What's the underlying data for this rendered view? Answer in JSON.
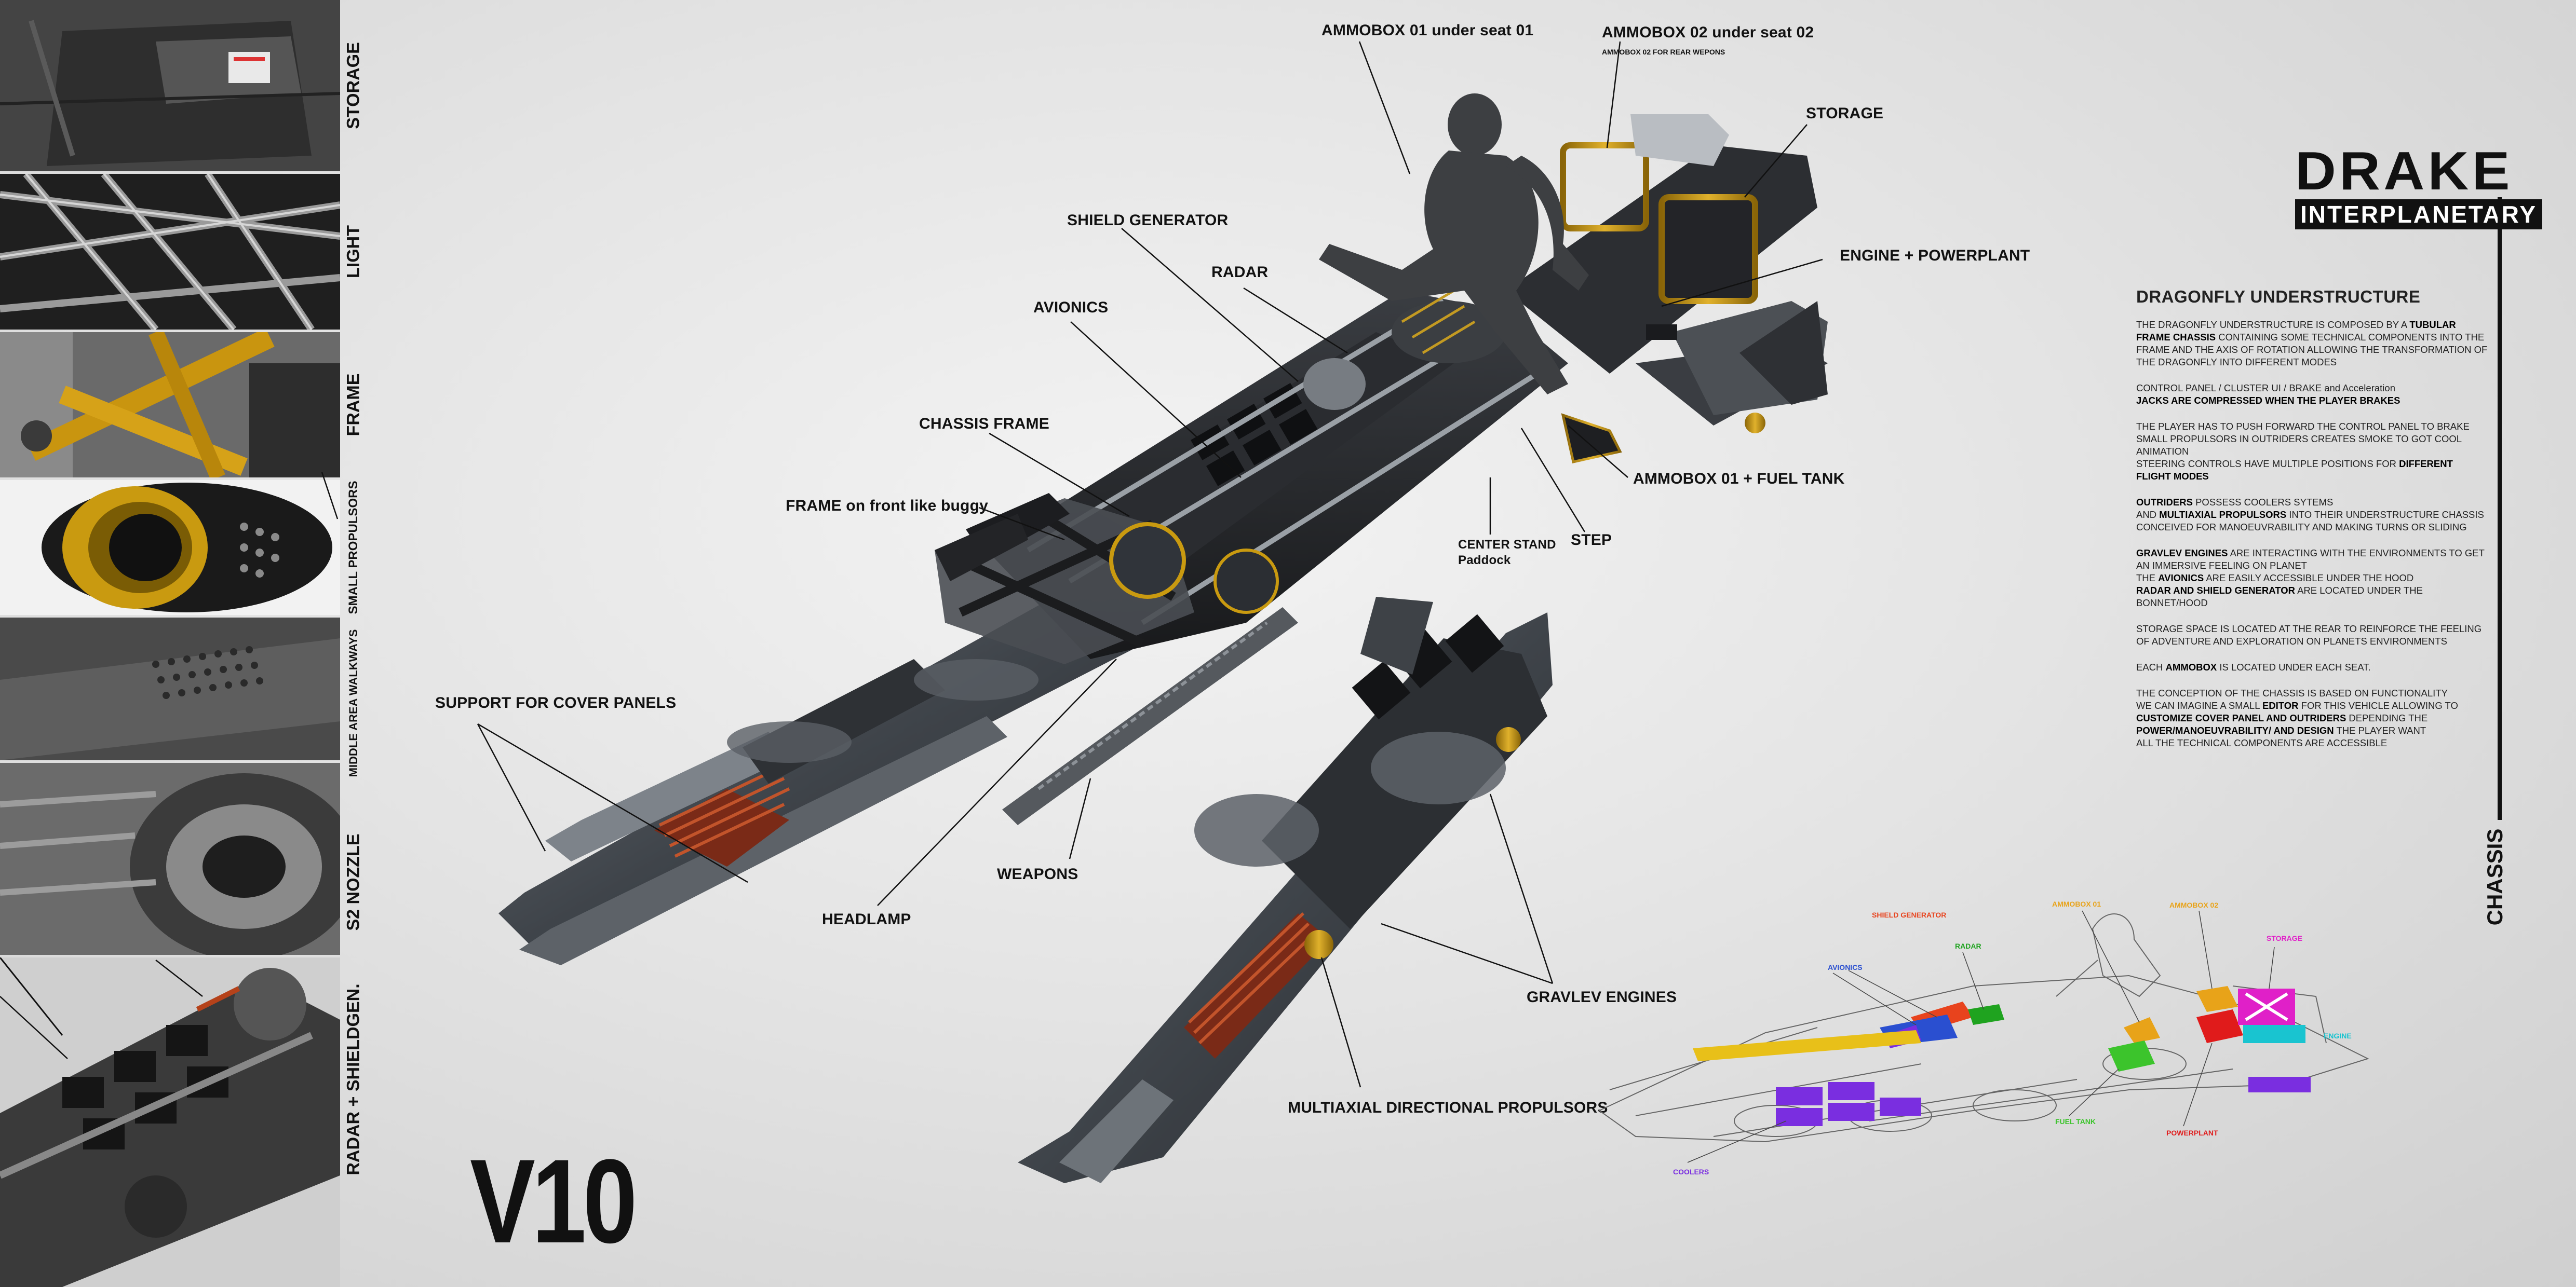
{
  "side_panels": [
    {
      "label": "STORAGE"
    },
    {
      "label": "LIGHT"
    },
    {
      "label": "FRAME"
    },
    {
      "label": "SMALL PROPULSORS"
    },
    {
      "label": "MIDDLE AREA WALKWAYS"
    },
    {
      "label": "S2 NOZZLE"
    },
    {
      "label": "RADAR + SHIELDGEN."
    }
  ],
  "callouts": {
    "ammobox01_seat": "AMMOBOX 01  under seat 01",
    "ammobox02_seat": "AMMOBOX 02  under seat 02",
    "ammobox02_sub": "AMMOBOX 02 FOR REAR WEPONS",
    "storage": "STORAGE",
    "engine_powerplant": "ENGINE + POWERPLANT",
    "shield_generator": "SHIELD GENERATOR",
    "radar": "RADAR",
    "avionics": "AVIONICS",
    "chassis_frame": "CHASSIS FRAME",
    "frame_buggy": "FRAME on front like buggy",
    "ammobox01_fuel": "AMMOBOX 01 + FUEL TANK",
    "center_stand_1": "CENTER STAND",
    "center_stand_2": "Paddock",
    "step": "STEP",
    "support_cover": "SUPPORT FOR COVER PANELS",
    "headlamp": "HEADLAMP",
    "weapons": "WEAPONS",
    "gravlev": "GRAVLEV ENGINES",
    "multiaxial": "MULTIAXIAL DIRECTIONAL PROPULSORS"
  },
  "version": "V10",
  "brand": {
    "name": "DRAKE",
    "sub": "INTERPLANETARY"
  },
  "section_label": "CHASSIS",
  "description": {
    "title": "DRAGONFLY UNDERSTRUCTURE",
    "p1_a": "THE DRAGONFLY UNDERSTRUCTURE IS COMPOSED BY A ",
    "p1_b": "TUBULAR FRAME CHASSIS",
    "p1_c": " CONTAINING SOME TECHNICAL COMPONENTS INTO THE FRAME AND THE AXIS OF ROTATION ALLOWING THE TRANSFORMATION OF THE DRAGONFLY INTO DIFFERENT MODES",
    "p2_a": "CONTROL PANEL / CLUSTER UI / BRAKE and Acceleration",
    "p2_b": "JACKS ARE COMPRESSED WHEN THE PLAYER BRAKES",
    "p3_a": "THE PLAYER HAS TO PUSH FORWARD THE CONTROL PANEL TO BRAKE",
    "p3_b": "SMALL PROPULSORS IN OUTRIDERS CREATES SMOKE TO GOT  COOL ANIMATION",
    "p3_c": "STEERING CONTROLS HAVE MULTIPLE POSITIONS FOR ",
    "p3_d": "DIFFERENT FLIGHT MODES",
    "p4_a": "OUTRIDERS",
    "p4_b": "  POSSESS COOLERS SYTEMS",
    "p4_c": "AND ",
    "p4_d": "MULTIAXIAL PROPULSORS",
    "p4_e": " INTO  THEIR UNDERSTRUCTURE CHASSIS CONCEIVED FOR MANOEUVRABILITY AND MAKING TURNS OR SLIDING",
    "p5_a": "GRAVLEV ENGINES",
    "p5_b": " ARE INTERACTING WITH THE ENVIRONMENTS TO GET AN IMMERSIVE FEELING  ON PLANET",
    "p5_c": "THE ",
    "p5_d": "AVIONICS",
    "p5_e": " ARE EASILY ACCESSIBLE UNDER THE HOOD",
    "p5_f": "RADAR AND  SHIELD GENERATOR",
    "p5_g": " ARE LOCATED UNDER THE BONNET/HOOD",
    "p6": "STORAGE SPACE IS  LOCATED AT THE REAR TO REINFORCE THE FEELING OF ADVENTURE AND EXPLORATION ON PLANETS ENVIRONMENTS",
    "p7_a": "EACH ",
    "p7_b": "AMMOBOX",
    "p7_c": "  IS LOCATED UNDER EACH SEAT.",
    "p8_a": "THE CONCEPTION OF THE CHASSIS IS BASED ON FUNCTIONALITY",
    "p8_b": "WE CAN IMAGINE A SMALL ",
    "p8_c": "EDITOR",
    "p8_d": " FOR THIS VEHICLE ALLOWING TO ",
    "p8_e": "CUSTOMIZE COVER PANEL AND OUTRIDERS",
    "p8_f": " DEPENDING THE ",
    "p8_g": "POWER/MANOEUVRABILITY/ AND DESIGN",
    "p8_h": " THE PLAYER WANT",
    "p8_i": "ALL THE TECHNICAL COMPONENTS ARE ACCESSIBLE"
  },
  "legend": {
    "shield_generator": {
      "label": "SHIELD GENERATOR",
      "color": "#e8431d"
    },
    "radar": {
      "label": "RADAR",
      "color": "#1fa31f"
    },
    "avionics": {
      "label": "AVIONICS",
      "color": "#2a4fd0"
    },
    "ammobox01": {
      "label": "AMMOBOX 01",
      "color": "#e8a319"
    },
    "ammobox02": {
      "label": "AMMOBOX 02",
      "color": "#e8a319"
    },
    "storage": {
      "label": "STORAGE",
      "color": "#e020c8"
    },
    "engine": {
      "label": "ENGINE",
      "color": "#19c4d0"
    },
    "fuel_tank": {
      "label": "FUEL TANK",
      "color": "#3cc42c"
    },
    "powerplant": {
      "label": "POWERPLANT",
      "color": "#e01b1b"
    },
    "coolers": {
      "label": "COOLERS",
      "color": "#7a2ee0"
    }
  }
}
